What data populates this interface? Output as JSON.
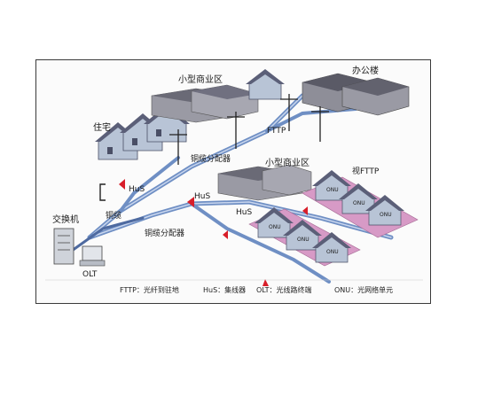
{
  "labels": {
    "small_commercial_1": "小型商业区",
    "office_building": "办公楼",
    "residential": "住宅",
    "copper_splitter_1": "铜缆分配器",
    "small_commercial_2": "小型商业区",
    "fttp_top": "FTTP",
    "fttp_right": "视FTTP",
    "hub_1": "HuS",
    "hub_2": "HuS",
    "hub_3": "HuS",
    "switch": "交换机",
    "copper": "铜缆",
    "copper_splitter_2": "铜缆分配器",
    "olt": "OLT",
    "onu_houses": [
      "ONU",
      "ONU",
      "ONU",
      "ONU",
      "ONU",
      "ONU"
    ]
  },
  "legend": {
    "fttp": "FTTP：光纤到驻地",
    "hub": "HuS：集线器",
    "olt": "OLT：光线路终端",
    "onu": "ONU：光网络单元"
  },
  "colors": {
    "fiber": "#6f8fc4",
    "fiber_dark": "#4e6aa0",
    "building": "#9a9aa4",
    "roof": "#6a6a76",
    "house_wall": "#b8c4d6",
    "house_roof": "#5b5f78",
    "lot": "#d79ac6",
    "red_marker": "#d81e2a"
  }
}
